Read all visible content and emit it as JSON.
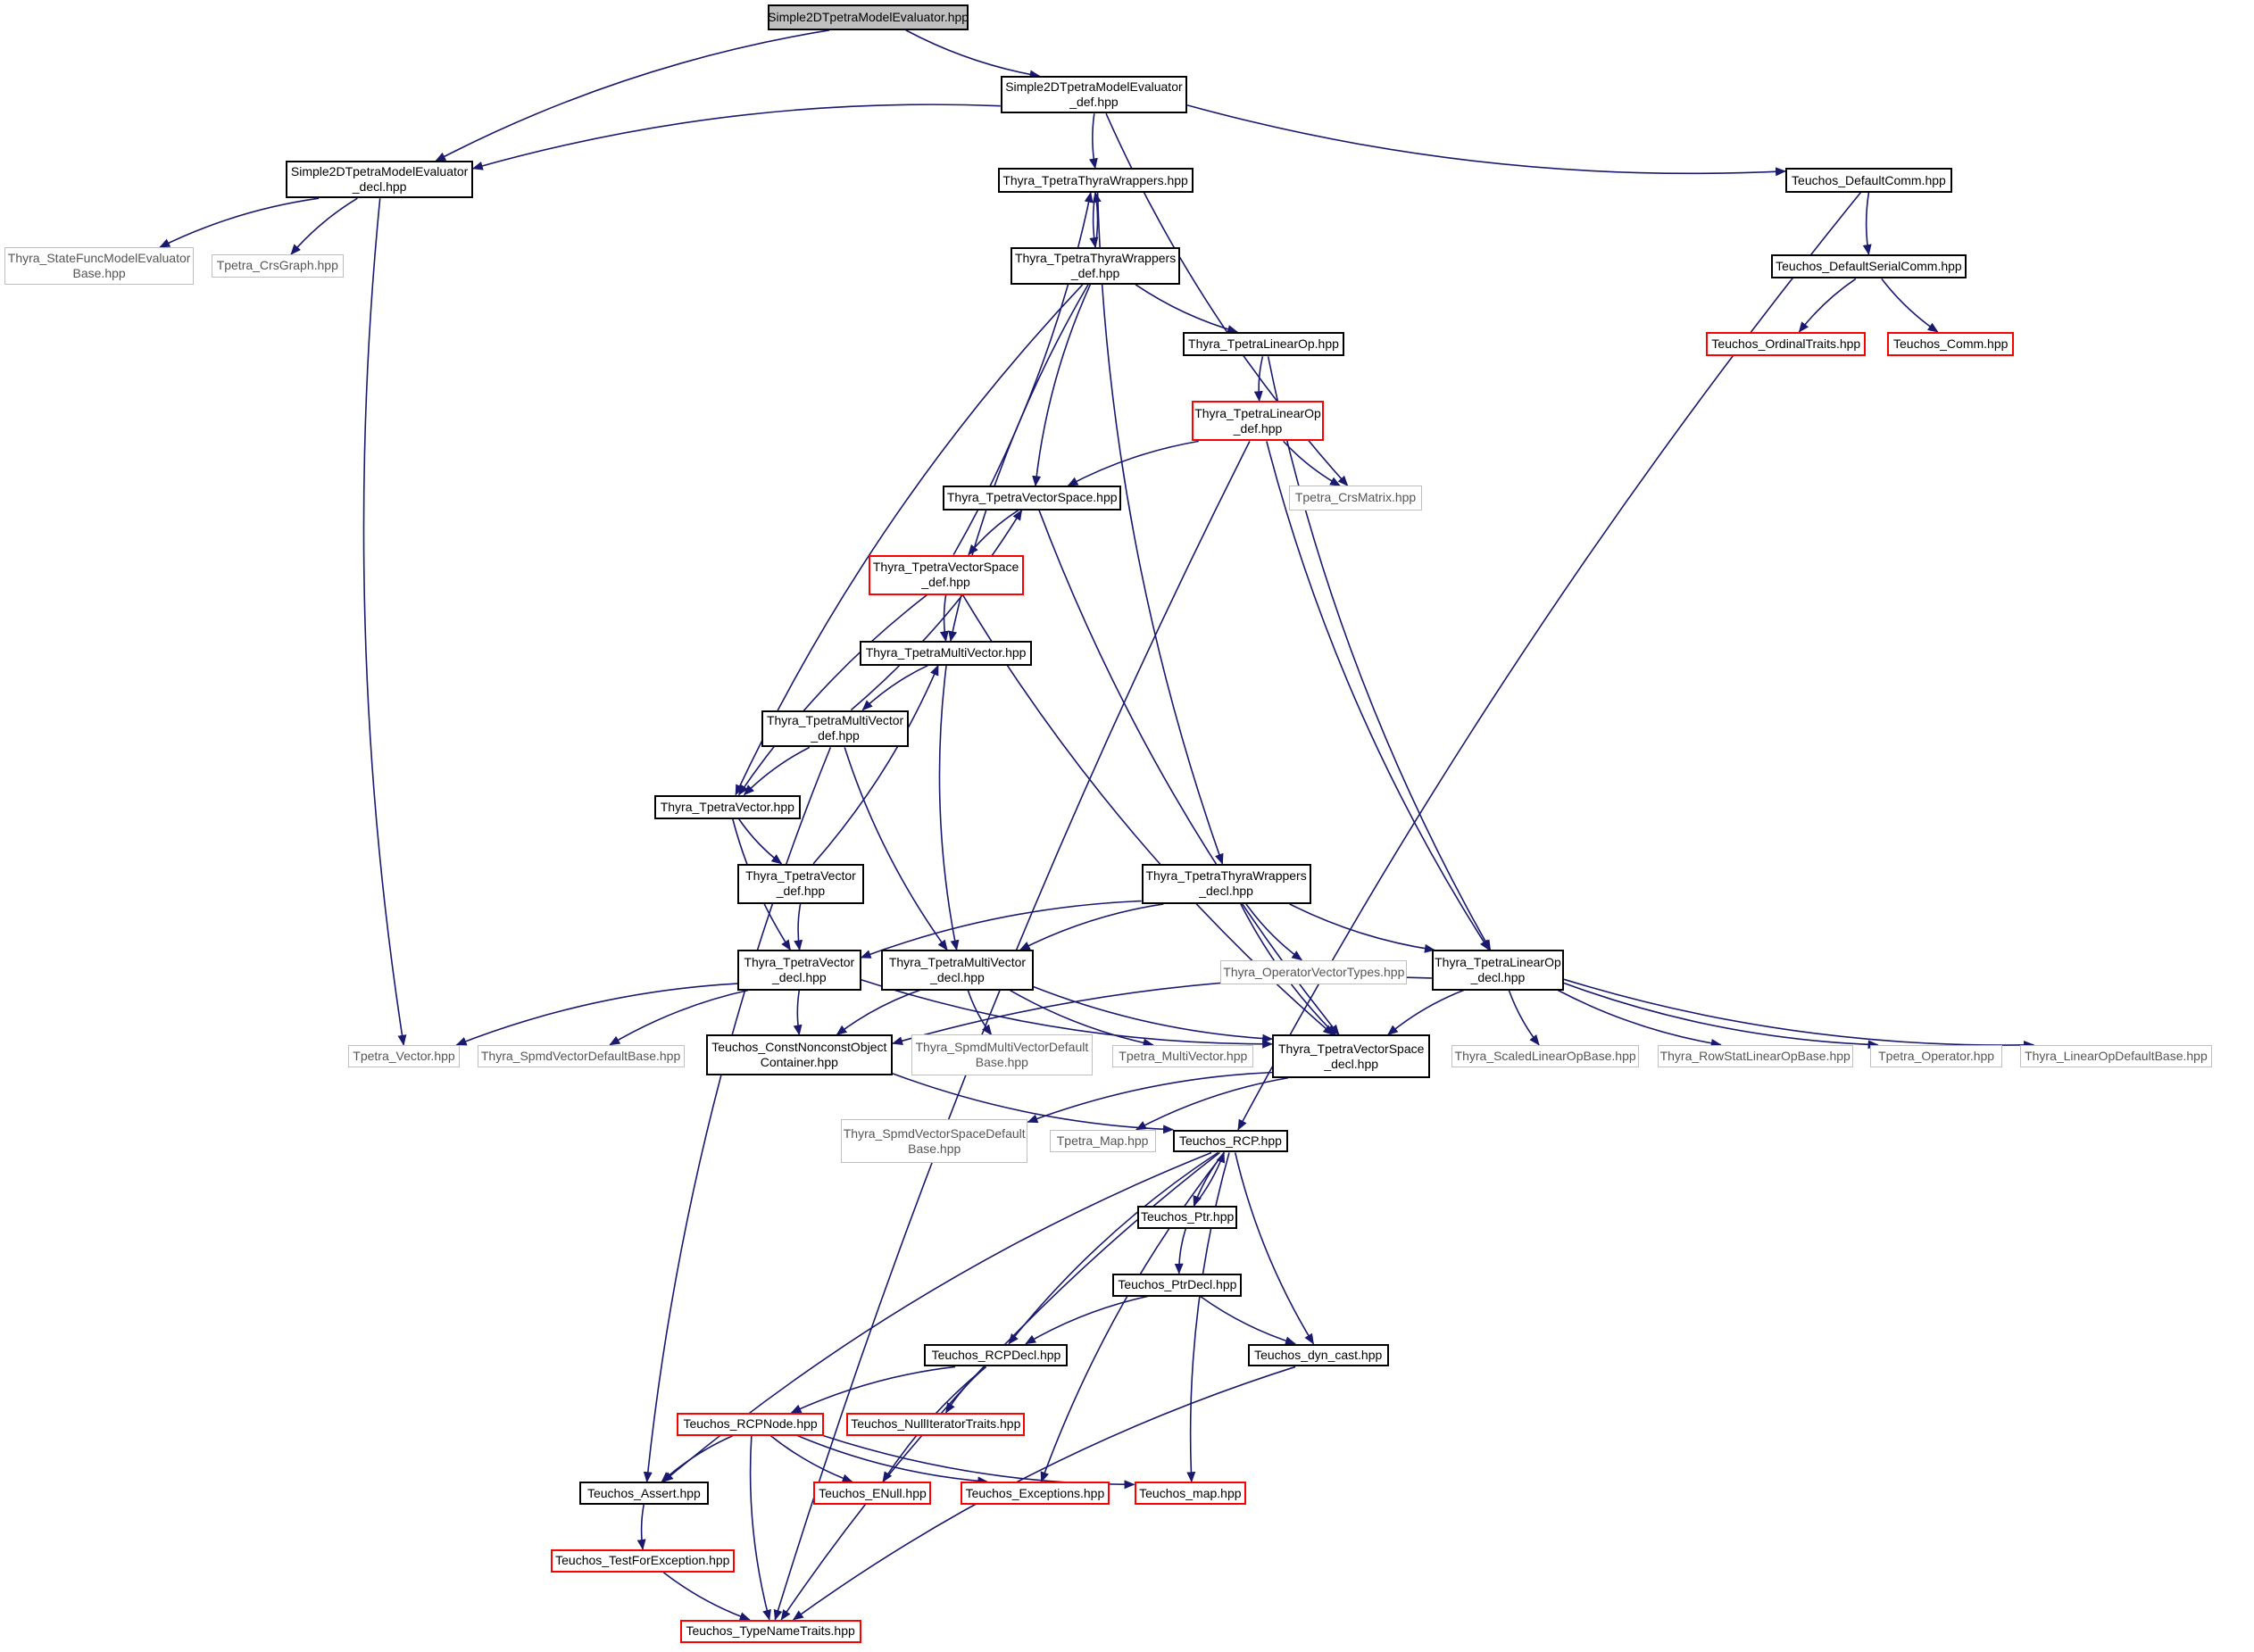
{
  "colors": {
    "edge": "#191970",
    "root_fill": "#bfbfbf",
    "box_border": "#000000",
    "incomplete_border": "#ff0000",
    "external_border": "#bfbfbf"
  },
  "nodes": [
    {
      "id": "root",
      "label": "Simple2DTpetraModelEvaluator.hpp",
      "style": "root"
    },
    {
      "id": "s2d_def",
      "label": "Simple2DTpetraModelEvaluator\n_def.hpp",
      "style": "normal"
    },
    {
      "id": "s2d_decl",
      "label": "Simple2DTpetraModelEvaluator\n_decl.hpp",
      "style": "normal"
    },
    {
      "id": "thyra_sfme",
      "label": "Thyra_StateFuncModelEvaluator\nBase.hpp",
      "style": "external"
    },
    {
      "id": "tpetra_crsgraph",
      "label": "Tpetra_CrsGraph.hpp",
      "style": "external"
    },
    {
      "id": "thyra_ttw",
      "label": "Thyra_TpetraThyraWrappers.hpp",
      "style": "normal"
    },
    {
      "id": "thyra_ttw_def",
      "label": "Thyra_TpetraThyraWrappers\n_def.hpp",
      "style": "normal"
    },
    {
      "id": "teuchos_dc",
      "label": "Teuchos_DefaultComm.hpp",
      "style": "normal"
    },
    {
      "id": "teuchos_dsc",
      "label": "Teuchos_DefaultSerialComm.hpp",
      "style": "normal"
    },
    {
      "id": "teuchos_ot",
      "label": "Teuchos_OrdinalTraits.hpp",
      "style": "incomplete"
    },
    {
      "id": "teuchos_comm",
      "label": "Teuchos_Comm.hpp",
      "style": "incomplete"
    },
    {
      "id": "thyra_tlo",
      "label": "Thyra_TpetraLinearOp.hpp",
      "style": "normal"
    },
    {
      "id": "thyra_tlo_def",
      "label": "Thyra_TpetraLinearOp\n_def.hpp",
      "style": "incomplete"
    },
    {
      "id": "tpetra_crsmatrix",
      "label": "Tpetra_CrsMatrix.hpp",
      "style": "external"
    },
    {
      "id": "thyra_tvs",
      "label": "Thyra_TpetraVectorSpace.hpp",
      "style": "normal"
    },
    {
      "id": "thyra_tvs_def",
      "label": "Thyra_TpetraVectorSpace\n_def.hpp",
      "style": "incomplete"
    },
    {
      "id": "thyra_tmv",
      "label": "Thyra_TpetraMultiVector.hpp",
      "style": "normal"
    },
    {
      "id": "thyra_tmv_def",
      "label": "Thyra_TpetraMultiVector\n_def.hpp",
      "style": "normal"
    },
    {
      "id": "thyra_tv",
      "label": "Thyra_TpetraVector.hpp",
      "style": "normal"
    },
    {
      "id": "thyra_tv_def",
      "label": "Thyra_TpetraVector\n_def.hpp",
      "style": "normal"
    },
    {
      "id": "thyra_ttw_decl",
      "label": "Thyra_TpetraThyraWrappers\n_decl.hpp",
      "style": "normal"
    },
    {
      "id": "thyra_tv_decl",
      "label": "Thyra_TpetraVector\n_decl.hpp",
      "style": "normal"
    },
    {
      "id": "thyra_tmv_decl",
      "label": "Thyra_TpetraMultiVector\n_decl.hpp",
      "style": "normal"
    },
    {
      "id": "thyra_ovt",
      "label": "Thyra_OperatorVectorTypes.hpp",
      "style": "external"
    },
    {
      "id": "thyra_tlo_decl",
      "label": "Thyra_TpetraLinearOp\n_decl.hpp",
      "style": "normal"
    },
    {
      "id": "tpetra_vector",
      "label": "Tpetra_Vector.hpp",
      "style": "external"
    },
    {
      "id": "thyra_svdb",
      "label": "Thyra_SpmdVectorDefaultBase.hpp",
      "style": "external"
    },
    {
      "id": "teuchos_cnoc",
      "label": "Teuchos_ConstNonconstObject\nContainer.hpp",
      "style": "normal"
    },
    {
      "id": "thyra_smvdb",
      "label": "Thyra_SpmdMultiVectorDefault\nBase.hpp",
      "style": "external"
    },
    {
      "id": "tpetra_mv",
      "label": "Tpetra_MultiVector.hpp",
      "style": "external"
    },
    {
      "id": "thyra_tvs_decl",
      "label": "Thyra_TpetraVectorSpace\n_decl.hpp",
      "style": "normal"
    },
    {
      "id": "thyra_slob",
      "label": "Thyra_ScaledLinearOpBase.hpp",
      "style": "external"
    },
    {
      "id": "thyra_rslob",
      "label": "Thyra_RowStatLinearOpBase.hpp",
      "style": "external"
    },
    {
      "id": "tpetra_op",
      "label": "Tpetra_Operator.hpp",
      "style": "external"
    },
    {
      "id": "thyra_lodb",
      "label": "Thyra_LinearOpDefaultBase.hpp",
      "style": "external"
    },
    {
      "id": "thyra_svsdb",
      "label": "Thyra_SpmdVectorSpaceDefault\nBase.hpp",
      "style": "external"
    },
    {
      "id": "tpetra_map",
      "label": "Tpetra_Map.hpp",
      "style": "external"
    },
    {
      "id": "teuchos_rcp",
      "label": "Teuchos_RCP.hpp",
      "style": "normal"
    },
    {
      "id": "teuchos_ptr",
      "label": "Teuchos_Ptr.hpp",
      "style": "normal"
    },
    {
      "id": "teuchos_ptrdecl",
      "label": "Teuchos_PtrDecl.hpp",
      "style": "normal"
    },
    {
      "id": "teuchos_rcpdecl",
      "label": "Teuchos_RCPDecl.hpp",
      "style": "normal"
    },
    {
      "id": "teuchos_dyncast",
      "label": "Teuchos_dyn_cast.hpp",
      "style": "normal"
    },
    {
      "id": "teuchos_rcpnode",
      "label": "Teuchos_RCPNode.hpp",
      "style": "incomplete"
    },
    {
      "id": "teuchos_nit",
      "label": "Teuchos_NullIteratorTraits.hpp",
      "style": "incomplete"
    },
    {
      "id": "teuchos_assert",
      "label": "Teuchos_Assert.hpp",
      "style": "normal"
    },
    {
      "id": "teuchos_enull",
      "label": "Teuchos_ENull.hpp",
      "style": "incomplete"
    },
    {
      "id": "teuchos_exc",
      "label": "Teuchos_Exceptions.hpp",
      "style": "incomplete"
    },
    {
      "id": "teuchos_map",
      "label": "Teuchos_map.hpp",
      "style": "incomplete"
    },
    {
      "id": "teuchos_tfe",
      "label": "Teuchos_TestForException.hpp",
      "style": "incomplete"
    },
    {
      "id": "teuchos_tnt",
      "label": "Teuchos_TypeNameTraits.hpp",
      "style": "incomplete"
    }
  ],
  "edges": [
    [
      "root",
      "s2d_def"
    ],
    [
      "root",
      "s2d_decl"
    ],
    [
      "s2d_def",
      "s2d_decl"
    ],
    [
      "s2d_def",
      "thyra_ttw"
    ],
    [
      "s2d_def",
      "tpetra_crsmatrix"
    ],
    [
      "s2d_def",
      "teuchos_dc"
    ],
    [
      "s2d_decl",
      "thyra_sfme"
    ],
    [
      "s2d_decl",
      "tpetra_crsgraph"
    ],
    [
      "s2d_decl",
      "tpetra_vector"
    ],
    [
      "thyra_ttw",
      "thyra_ttw_def"
    ],
    [
      "thyra_ttw",
      "thyra_ttw_decl"
    ],
    [
      "thyra_ttw_def",
      "thyra_ttw"
    ],
    [
      "thyra_ttw_def",
      "thyra_tlo"
    ],
    [
      "thyra_ttw_def",
      "thyra_tvs"
    ],
    [
      "thyra_ttw_def",
      "thyra_tmv"
    ],
    [
      "thyra_ttw_def",
      "thyra_tv"
    ],
    [
      "teuchos_dc",
      "teuchos_dsc"
    ],
    [
      "teuchos_dc",
      "teuchos_rcp"
    ],
    [
      "teuchos_dsc",
      "teuchos_ot"
    ],
    [
      "teuchos_dsc",
      "teuchos_comm"
    ],
    [
      "thyra_tlo",
      "thyra_tlo_def"
    ],
    [
      "thyra_tlo",
      "thyra_tlo_decl"
    ],
    [
      "thyra_tlo_def",
      "tpetra_crsmatrix"
    ],
    [
      "thyra_tlo_def",
      "thyra_tvs"
    ],
    [
      "thyra_tlo_def",
      "teuchos_tnt"
    ],
    [
      "thyra_tlo_def",
      "thyra_tlo_decl"
    ],
    [
      "thyra_tvs",
      "thyra_tvs_def"
    ],
    [
      "thyra_tvs",
      "thyra_tvs_decl"
    ],
    [
      "thyra_tvs_def",
      "thyra_ttw"
    ],
    [
      "thyra_tvs_def",
      "thyra_tmv"
    ],
    [
      "thyra_tvs_def",
      "thyra_tv"
    ],
    [
      "thyra_tvs_def",
      "thyra_tvs_decl"
    ],
    [
      "thyra_tmv",
      "thyra_tmv_def"
    ],
    [
      "thyra_tmv",
      "thyra_tmv_decl"
    ],
    [
      "thyra_tmv_def",
      "thyra_tvs"
    ],
    [
      "thyra_tmv_def",
      "thyra_tv"
    ],
    [
      "thyra_tmv_def",
      "thyra_tmv_decl"
    ],
    [
      "thyra_tmv_def",
      "teuchos_assert"
    ],
    [
      "thyra_tv",
      "thyra_tv_def"
    ],
    [
      "thyra_tv",
      "thyra_tv_decl"
    ],
    [
      "thyra_tv_def",
      "thyra_tmv"
    ],
    [
      "thyra_tv_def",
      "thyra_tv_decl"
    ],
    [
      "thyra_ttw_decl",
      "thyra_tv_decl"
    ],
    [
      "thyra_ttw_decl",
      "thyra_tmv_decl"
    ],
    [
      "thyra_ttw_decl",
      "thyra_ovt"
    ],
    [
      "thyra_ttw_decl",
      "thyra_tlo_decl"
    ],
    [
      "thyra_ttw_decl",
      "thyra_tvs_decl"
    ],
    [
      "thyra_tv_decl",
      "tpetra_vector"
    ],
    [
      "thyra_tv_decl",
      "thyra_svdb"
    ],
    [
      "thyra_tv_decl",
      "teuchos_cnoc"
    ],
    [
      "thyra_tv_decl",
      "thyra_tvs_decl"
    ],
    [
      "thyra_tmv_decl",
      "teuchos_cnoc"
    ],
    [
      "thyra_tmv_decl",
      "thyra_smvdb"
    ],
    [
      "thyra_tmv_decl",
      "tpetra_mv"
    ],
    [
      "thyra_tmv_decl",
      "thyra_tvs_decl"
    ],
    [
      "thyra_tlo_decl",
      "teuchos_cnoc"
    ],
    [
      "thyra_tlo_decl",
      "thyra_tvs_decl"
    ],
    [
      "thyra_tlo_decl",
      "thyra_slob"
    ],
    [
      "thyra_tlo_decl",
      "thyra_rslob"
    ],
    [
      "thyra_tlo_decl",
      "tpetra_op"
    ],
    [
      "thyra_tlo_decl",
      "thyra_lodb"
    ],
    [
      "teuchos_cnoc",
      "teuchos_rcp"
    ],
    [
      "thyra_tvs_decl",
      "thyra_svsdb"
    ],
    [
      "thyra_tvs_decl",
      "tpetra_map"
    ],
    [
      "teuchos_rcp",
      "teuchos_ptr"
    ],
    [
      "teuchos_rcp",
      "teuchos_rcpdecl"
    ],
    [
      "teuchos_rcp",
      "teuchos_dyncast"
    ],
    [
      "teuchos_rcp",
      "teuchos_assert"
    ],
    [
      "teuchos_rcp",
      "teuchos_exc"
    ],
    [
      "teuchos_rcp",
      "teuchos_map"
    ],
    [
      "teuchos_rcp",
      "teuchos_tnt"
    ],
    [
      "teuchos_ptr",
      "teuchos_rcp"
    ],
    [
      "teuchos_ptr",
      "teuchos_ptrdecl"
    ],
    [
      "teuchos_ptrdecl",
      "teuchos_rcpdecl"
    ],
    [
      "teuchos_ptrdecl",
      "teuchos_dyncast"
    ],
    [
      "teuchos_rcpdecl",
      "teuchos_rcpnode"
    ],
    [
      "teuchos_rcpdecl",
      "teuchos_nit"
    ],
    [
      "teuchos_rcpdecl",
      "teuchos_enull"
    ],
    [
      "teuchos_dyncast",
      "teuchos_tnt"
    ],
    [
      "teuchos_rcpnode",
      "teuchos_assert"
    ],
    [
      "teuchos_rcpnode",
      "teuchos_enull"
    ],
    [
      "teuchos_rcpnode",
      "teuchos_exc"
    ],
    [
      "teuchos_rcpnode",
      "teuchos_map"
    ],
    [
      "teuchos_rcpnode",
      "teuchos_tnt"
    ],
    [
      "teuchos_assert",
      "teuchos_tfe"
    ],
    [
      "teuchos_tfe",
      "teuchos_tnt"
    ]
  ]
}
